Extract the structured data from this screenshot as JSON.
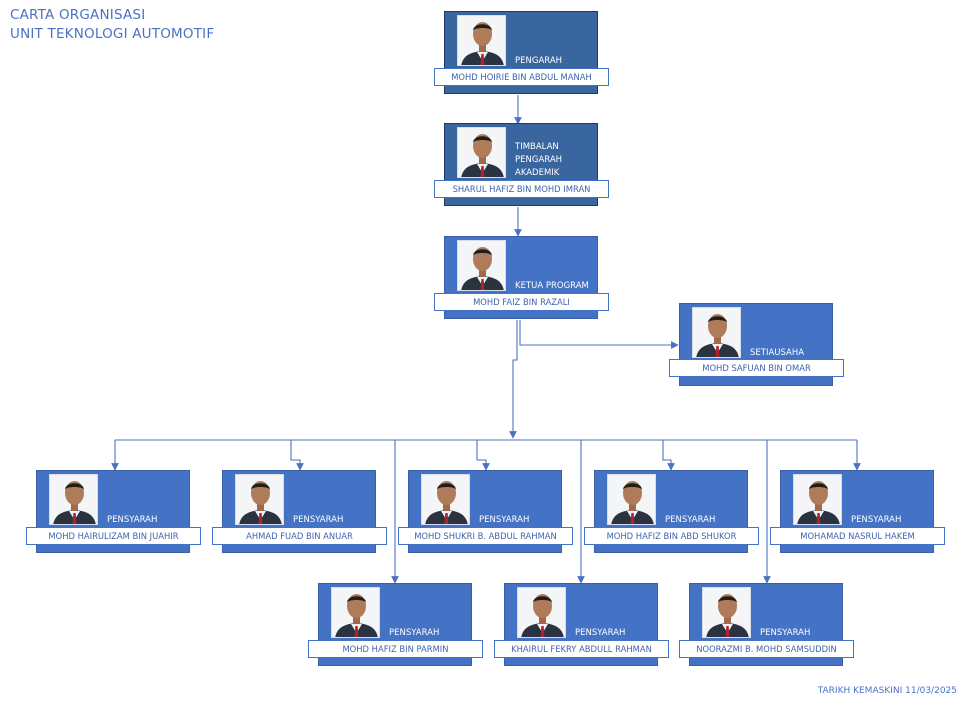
{
  "header": {
    "title_line1": "CARTA ORGANISASI",
    "title_line2": "UNIT TEKNOLOGI AUTOMOTIF"
  },
  "footer": {
    "updated": "TARIKH KEMASKINI 11/03/2025"
  },
  "colors": {
    "accent": "#4472c4",
    "leader_box": "#3a66a0",
    "line": "#4a72c4"
  },
  "people": {
    "pengarah": {
      "role": "PENGARAH",
      "name": "MOHD HOIRIE BIN ABDUL MANAH",
      "icon": "person-photo"
    },
    "timbalan": {
      "role_line1": "TIMBALAN",
      "role_line2": "PENGARAH",
      "role_line3": "AKADEMIK",
      "name": "SHARUL HAFIZ BIN MOHD IMRAN",
      "icon": "person-photo"
    },
    "ketua": {
      "role": "KETUA PROGRAM",
      "name": "MOHD FAIZ BIN RAZALI",
      "icon": "person-photo"
    },
    "setiausaha": {
      "role": "SETIAUSAHA",
      "name": "MOHD SAFUAN BIN OMAR",
      "icon": "person-photo"
    },
    "lecturers": [
      {
        "role": "PENSYARAH",
        "name": "MOHD HAIRULIZAM BIN JUAHIR",
        "icon": "person-photo"
      },
      {
        "role": "PENSYARAH",
        "name": "AHMAD FUAD BIN ANUAR",
        "icon": "person-photo"
      },
      {
        "role": "PENSYARAH",
        "name": "MOHD SHUKRI B. ABDUL RAHMAN",
        "icon": "person-photo"
      },
      {
        "role": "PENSYARAH",
        "name": "MOHD HAFIZ BIN ABD SHUKOR",
        "icon": "person-photo"
      },
      {
        "role": "PENSYARAH",
        "name": "MOHAMAD NASRUL HAKEM",
        "icon": "person-photo"
      },
      {
        "role": "PENSYARAH",
        "name": "MOHD HAFIZ BIN PARMIN",
        "icon": "person-photo"
      },
      {
        "role": "PENSYARAH",
        "name": "KHAIRUL FEKRY ABDULL RAHMAN",
        "icon": "person-photo"
      },
      {
        "role": "PENSYARAH",
        "name": "NOORAZMI B. MOHD SAMSUDDIN",
        "icon": "person-photo"
      }
    ]
  }
}
